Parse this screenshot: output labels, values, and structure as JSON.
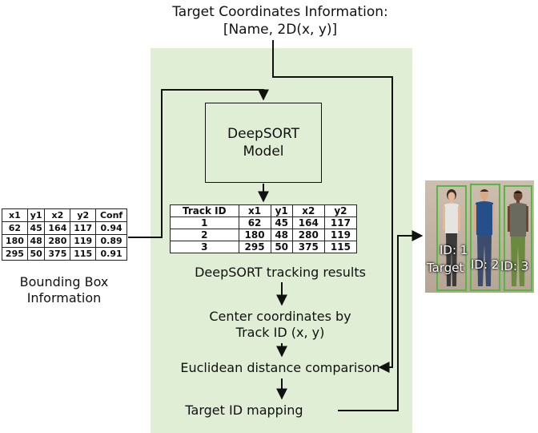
{
  "top_input": {
    "line1": "Target Coordinates Information:",
    "line2": "[Name, 2D(x, y)]"
  },
  "model": {
    "line1": "DeepSORT",
    "line2": "Model"
  },
  "bbox_table": {
    "headers": [
      "x1",
      "y1",
      "x2",
      "y2",
      "Conf"
    ],
    "rows": [
      [
        "62",
        "45",
        "164",
        "117",
        "0.94"
      ],
      [
        "180",
        "48",
        "280",
        "119",
        "0.89"
      ],
      [
        "295",
        "50",
        "375",
        "115",
        "0.91"
      ]
    ],
    "caption_line1": "Bounding Box",
    "caption_line2": "Information"
  },
  "track_table": {
    "headers": [
      "Track ID",
      "x1",
      "y1",
      "x2",
      "y2"
    ],
    "rows": [
      [
        "1",
        "62",
        "45",
        "164",
        "117"
      ],
      [
        "2",
        "180",
        "48",
        "280",
        "119"
      ],
      [
        "3",
        "295",
        "50",
        "375",
        "115"
      ]
    ],
    "caption": "DeepSORT tracking results"
  },
  "steps": {
    "center_line1": "Center coordinates by",
    "center_line2": "Track ID (x, y)",
    "euclid": "Euclidean distance comparison",
    "mapping": "Target ID mapping"
  },
  "photo": {
    "labels": [
      "ID: 1",
      "Target",
      "ID: 2",
      "ID: 3"
    ],
    "box_color": "#55b845",
    "shirt_colors": [
      "#e6e4e0",
      "#254f8a",
      "#6b6a5e"
    ],
    "pants_colors": [
      "#3a3a3a",
      "#3b4c6d",
      "#6a8a3e"
    ]
  },
  "colors": {
    "panel": "#e0eed6",
    "line": "#111111"
  }
}
